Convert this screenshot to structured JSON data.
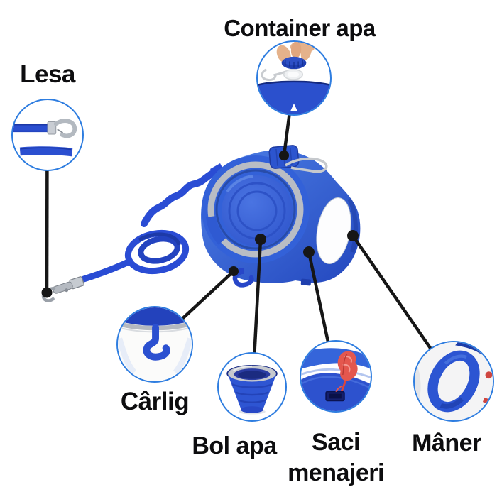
{
  "callouts": [
    {
      "id": "lesa",
      "label": "Lesa"
    },
    {
      "id": "container-apa",
      "label": "Container apa"
    },
    {
      "id": "carlig",
      "label": "Cârlig"
    },
    {
      "id": "bol-apa",
      "label": "Bol apa"
    },
    {
      "id": "saci-menajeri",
      "label": "Saci menajeri"
    },
    {
      "id": "maner",
      "label": "Mâner"
    }
  ],
  "colors": {
    "background": "#ffffff",
    "label_text": "#0d0d0f",
    "callout_line": "#161616",
    "callout_circle_border": "#2e7de0",
    "product_blue": "#2e58d4",
    "product_blue_dark": "#1d3da8",
    "product_blue_light": "#4a7ce4",
    "bowl_rim_gray": "#b9bdc4",
    "metal_silver": "#b5bac1",
    "waste_bag_red": "#e4574e",
    "hand_skin": "#e5b28b"
  }
}
